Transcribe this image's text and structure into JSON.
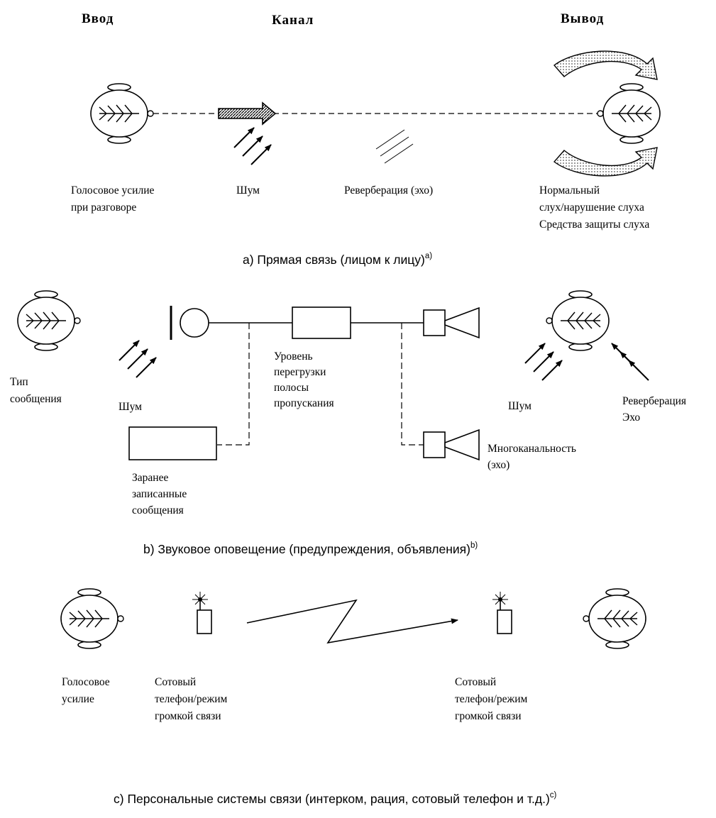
{
  "headers": {
    "input": "Ввод",
    "channel": "Канал",
    "output": "Вывод"
  },
  "section_a": {
    "voice_effort": [
      "Голосовое усилие",
      "при разговоре"
    ],
    "noise": "Шум",
    "reverberation": "Реверберация (эхо)",
    "hearing": [
      "Нормальный",
      "слух/нарушение слуха",
      "Средства защиты слуха"
    ],
    "caption": "a) Прямая связь (лицом к лицу)",
    "caption_sup": "a)"
  },
  "section_b": {
    "message_type": [
      "Тип",
      "сообщения"
    ],
    "noise_left": "Шум",
    "overload": [
      "Уровень",
      "перегрузки",
      "полосы",
      "пропускания"
    ],
    "prerecorded": [
      "Заранее",
      "записанные",
      "сообщения"
    ],
    "multichannel": [
      "Многоканальность",
      "(эхо)"
    ],
    "noise_right": "Шум",
    "reverb_echo": [
      "Реверберация",
      "Эхо"
    ],
    "caption": "b) Звуковое оповещение (предупреждения, объявления)",
    "caption_sup": "b)"
  },
  "section_c": {
    "voice_effort": [
      "Голосовое",
      "усилие"
    ],
    "phone_left": [
      "Сотовый",
      "телефон/режим",
      "громкой связи"
    ],
    "phone_right": [
      "Сотовый",
      "телефон/режим",
      "громкой связи"
    ],
    "caption": "c) Персональные системы связи (интерком, рация, сотовый телефон и т.д.)",
    "caption_sup": "c)"
  }
}
